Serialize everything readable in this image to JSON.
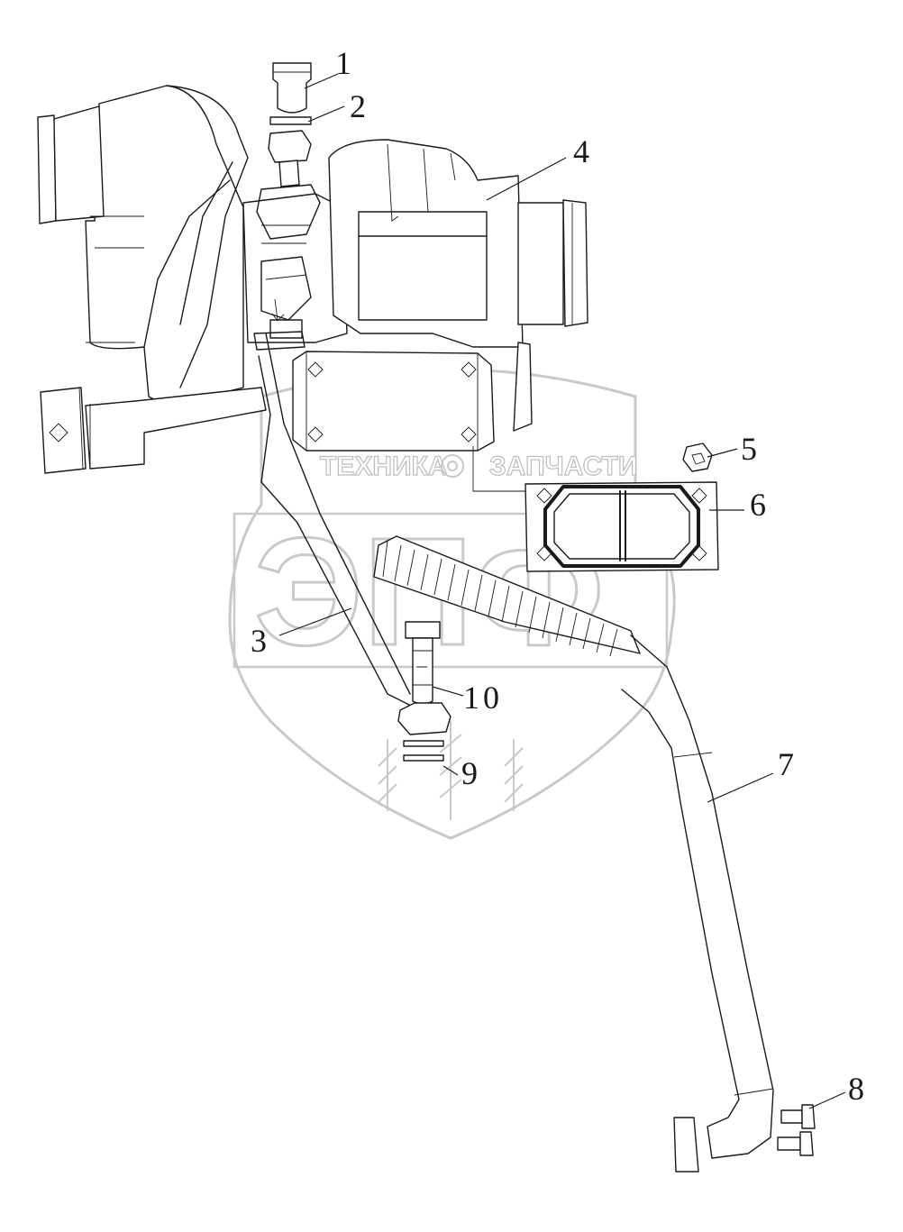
{
  "watermark": {
    "left_text": "ТЕХНИКА",
    "right_text": "ЗАПЧАСТИ",
    "logo_text": "ЭПФ"
  },
  "callouts": [
    {
      "id": "1",
      "label": "1"
    },
    {
      "id": "2",
      "label": "2"
    },
    {
      "id": "3",
      "label": "3"
    },
    {
      "id": "4",
      "label": "4"
    },
    {
      "id": "5",
      "label": "5"
    },
    {
      "id": "6",
      "label": "6"
    },
    {
      "id": "7",
      "label": "7"
    },
    {
      "id": "8",
      "label": "8"
    },
    {
      "id": "9",
      "label": "9"
    },
    {
      "id": "10",
      "label": "10"
    }
  ]
}
